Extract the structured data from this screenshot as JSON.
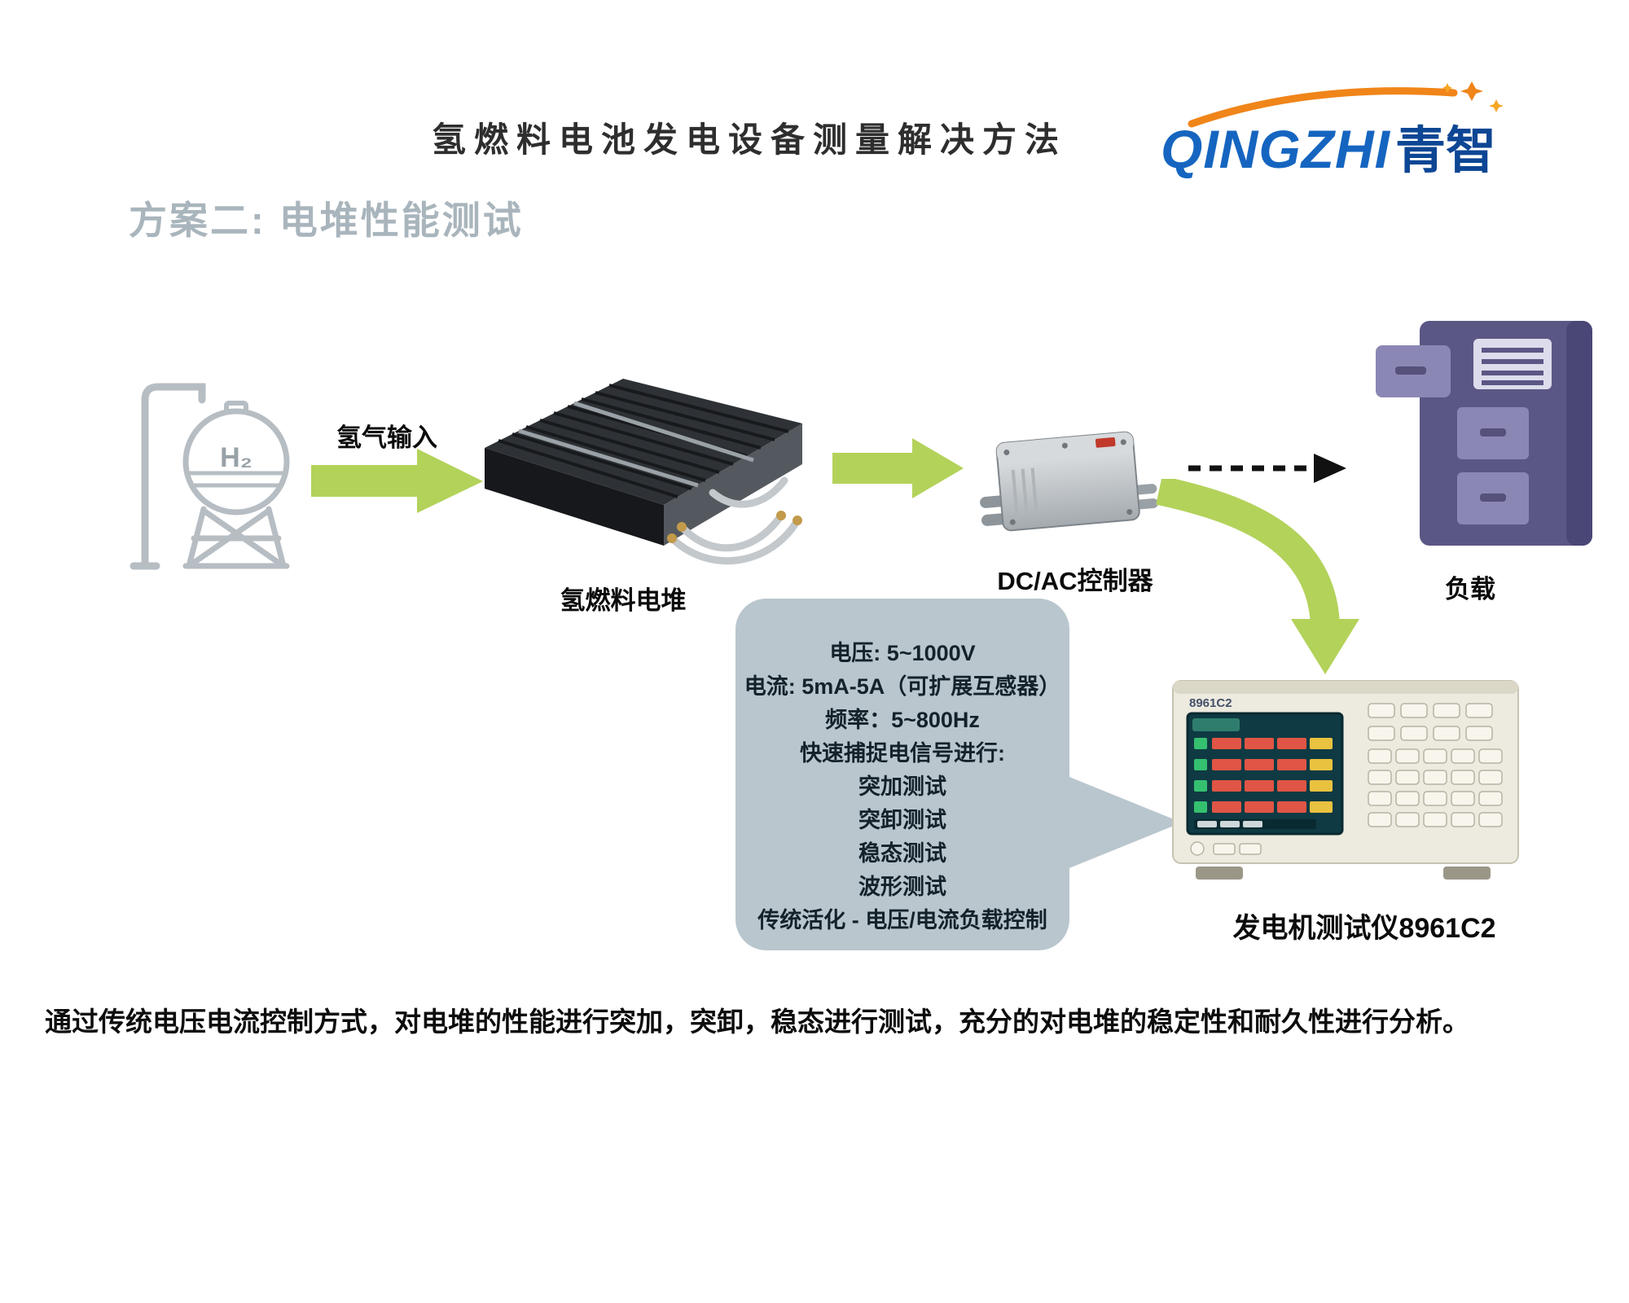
{
  "page": {
    "title": "氢燃料电池发电设备测量解决方法",
    "subtitle": "方案二: 电堆性能测试",
    "summary": "通过传统电压电流控制方式，对电堆的性能进行突加，突卸，稳态进行测试，充分的对电堆的稳定性和耐久性进行分析。"
  },
  "logo": {
    "brand_latin": "QINGZHI",
    "brand_cn": "青智"
  },
  "flow": {
    "tank_symbol": "H₂",
    "input_arrow_label": "氢气输入",
    "stack_label": "氢燃料电堆",
    "controller_label": "DC/AC控制器",
    "load_label": "负载"
  },
  "callout": {
    "lines": [
      "电压: 5~1000V",
      "电流: 5mA-5A（可扩展互感器）",
      "频率：5~800Hz",
      "快速捕捉电信号进行:",
      "突加测试",
      "突卸测试",
      "稳态测试",
      "波形测试",
      "传统活化 - 电压/电流负载控制"
    ]
  },
  "instrument": {
    "model": "8961C2",
    "label": "发电机测试仪8961C2"
  },
  "colors": {
    "arrow_green": "#b3d25a",
    "callout_bg": "#b9c6cd",
    "brand_blue": "#1565c0",
    "brand_orange": "#f08519",
    "load_purple": "#5b5785",
    "subtitle_gray": "#a9b5bc"
  }
}
